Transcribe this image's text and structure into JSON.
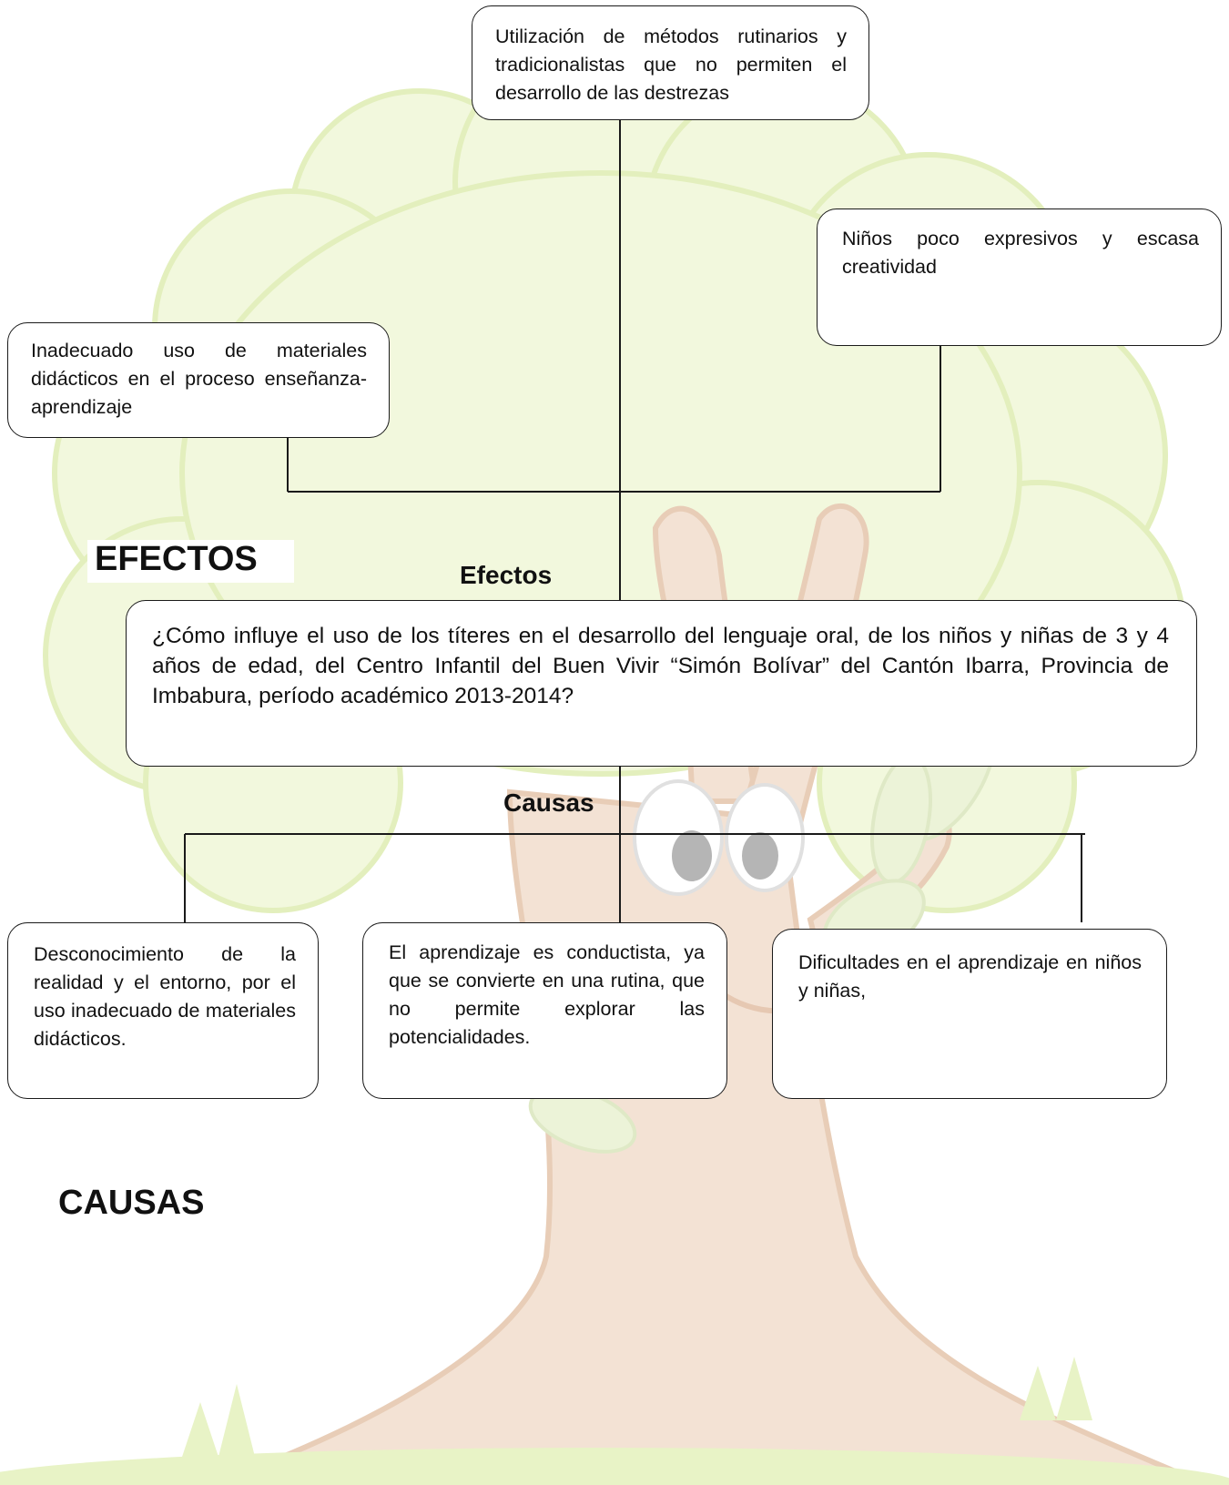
{
  "effects": {
    "heading": "EFECTOS",
    "label": "Efectos",
    "top": "Utilización de métodos rutinarios y tradicionalistas que no permiten el desarrollo de las destrezas",
    "right": "Niños poco expresivos y escasa creatividad",
    "left": "Inadecuado uso de materiales didácticos en el proceso enseñanza-aprendizaje"
  },
  "problem": "¿Cómo influye el uso de los títeres en el desarrollo del lenguaje oral, de los niños y niñas de 3 y 4 años de edad, del Centro Infantil del Buen Vivir “Simón  Bolívar” del Cantón Ibarra, Provincia de Imbabura, período académico 2013-2014?",
  "causes": {
    "label": "Causas",
    "heading": "CAUSAS",
    "c1": "Desconocimiento de la realidad y el entorno, por el uso inadecuado de materiales didácticos.",
    "c2": "El aprendizaje es conductista, ya que se convierte en una rutina, que no permite explorar las potencialidades.",
    "c3": "Dificultades en el aprendizaje en niños y niñas,"
  },
  "colors": {
    "foliage": "#f2f8dd",
    "foliage_edge": "#e3efbd",
    "trunk": "#f3e2d4",
    "trunk_edge": "#e8cdb7",
    "grass": "#e8f3c6",
    "eye": "#9a9a9a",
    "line": "#1a1a1a"
  }
}
